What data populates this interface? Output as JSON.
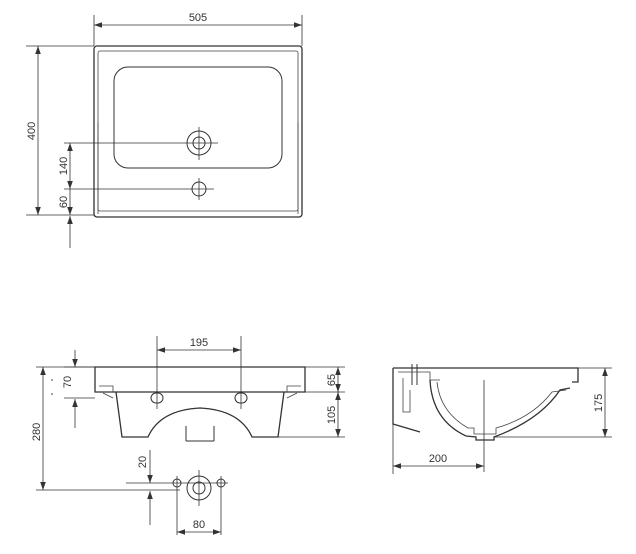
{
  "dimensions": {
    "top_width": "505",
    "top_depth": "400",
    "tap_to_drain": "140",
    "drain_to_edge": "60",
    "front_holes_spacing": "195",
    "front_top_offset": "70",
    "front_rim_height": "65",
    "front_body_height": "105",
    "front_total_height": "280",
    "drain_below": "20",
    "fixing_holes_spacing": "80",
    "side_height": "175",
    "side_drain_distance": "200"
  },
  "colors": {
    "line": "#333333",
    "background": "#ffffff"
  }
}
